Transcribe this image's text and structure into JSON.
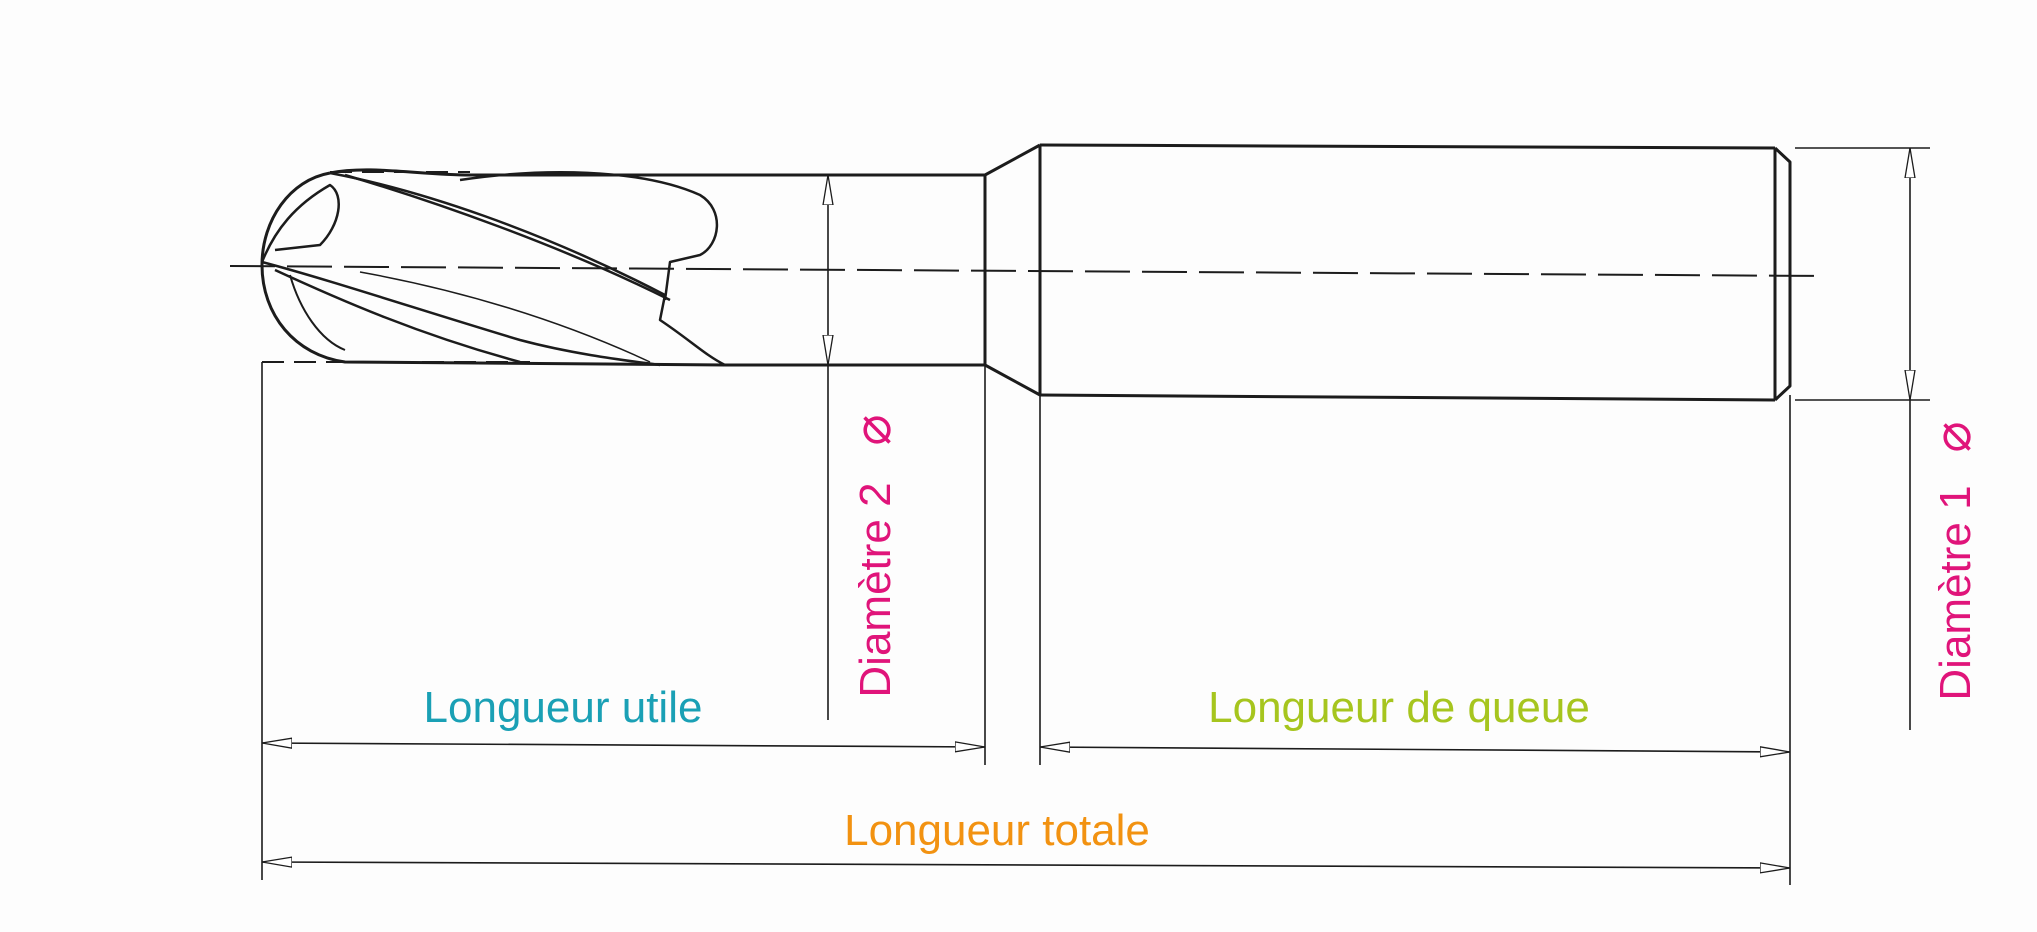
{
  "labels": {
    "useful_length": "Longueur utile",
    "shank_length": "Longueur de queue",
    "total_length": "Longueur totale",
    "diameter_1": "Diamètre 1",
    "diameter_2": "Diamètre 2",
    "diameter_symbol": "⌀"
  },
  "colors": {
    "useful_length": "#1aa0b5",
    "shank_length": "#a6c51e",
    "total_length": "#f29211",
    "diameter": "#e0147a",
    "line": "#1c1c1c"
  }
}
